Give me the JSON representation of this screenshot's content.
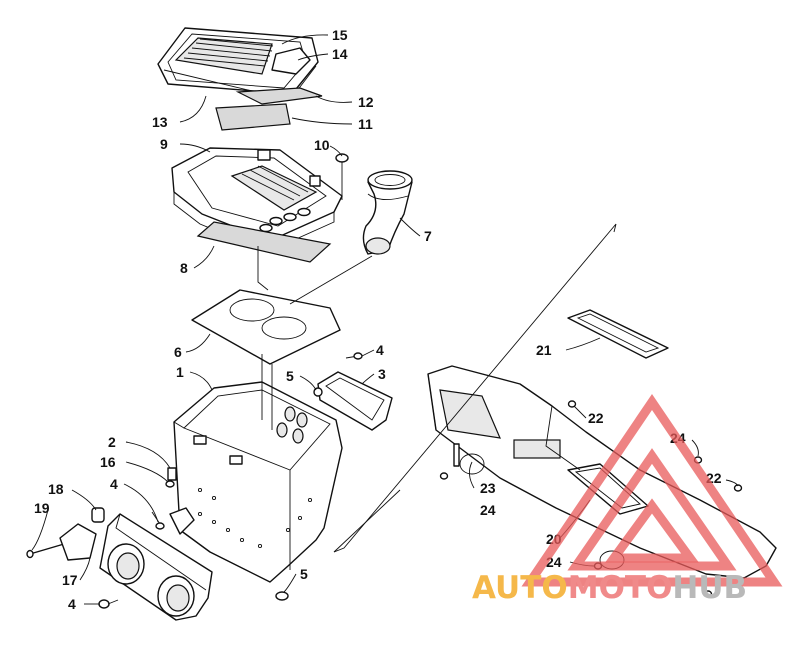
{
  "callouts": [
    {
      "id": "c15",
      "text": "15"
    },
    {
      "id": "c14",
      "text": "14"
    },
    {
      "id": "c12",
      "text": "12"
    },
    {
      "id": "c13",
      "text": "13"
    },
    {
      "id": "c11",
      "text": "11"
    },
    {
      "id": "c9",
      "text": "9"
    },
    {
      "id": "c10",
      "text": "10"
    },
    {
      "id": "c7",
      "text": "7"
    },
    {
      "id": "c8",
      "text": "8"
    },
    {
      "id": "c21",
      "text": "21"
    },
    {
      "id": "c6",
      "text": "6"
    },
    {
      "id": "c4a",
      "text": "4"
    },
    {
      "id": "c1",
      "text": "1"
    },
    {
      "id": "c5a",
      "text": "5"
    },
    {
      "id": "c3",
      "text": "3"
    },
    {
      "id": "c22a",
      "text": "22"
    },
    {
      "id": "c24a",
      "text": "24"
    },
    {
      "id": "c2",
      "text": "2"
    },
    {
      "id": "c16",
      "text": "16"
    },
    {
      "id": "c22b",
      "text": "22"
    },
    {
      "id": "c18",
      "text": "18"
    },
    {
      "id": "c4b",
      "text": "4"
    },
    {
      "id": "c23",
      "text": "23"
    },
    {
      "id": "c19",
      "text": "19"
    },
    {
      "id": "c24b",
      "text": "24"
    },
    {
      "id": "c20",
      "text": "20"
    },
    {
      "id": "c24c",
      "text": "24"
    },
    {
      "id": "c17",
      "text": "17"
    },
    {
      "id": "c5b",
      "text": "5"
    },
    {
      "id": "c4c",
      "text": "4"
    }
  ],
  "watermark": {
    "part1": "AUTO",
    "part2": "MOTO",
    "part3": "HUB",
    "color_auto": "#f5b84a",
    "color_moto": "#f08a8a",
    "color_hub": "#b9b9b9",
    "logo_color": "#e85a5a"
  }
}
